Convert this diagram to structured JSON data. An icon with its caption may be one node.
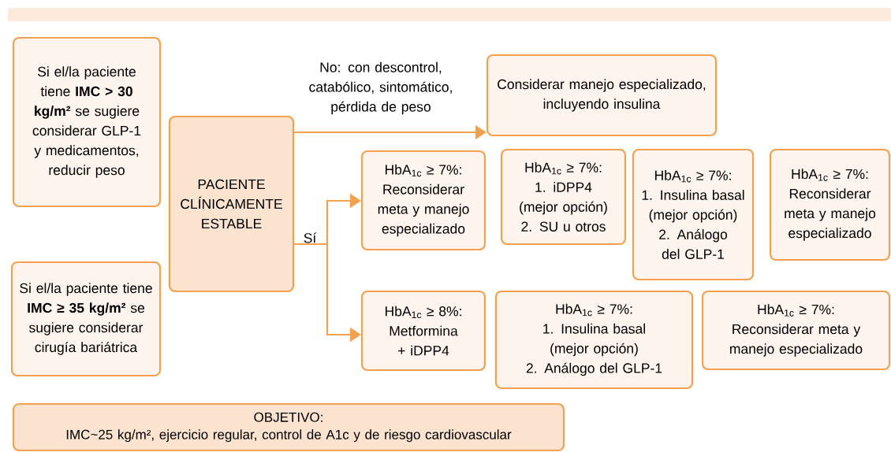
{
  "diagram": {
    "nodes": [
      {
        "text": [
          "Si el/la paciente tiene **IMC > 30 kg/m²** se sugiere considerar GLP-1 y medicamentos, reducir peso"
        ]
      },
      {
        "text": [
          "Si el/la paciente tiene **IMC ≥ 35 kg/m²** se sugiere considerar cirugía bariátrica"
        ]
      },
      {
        "text": [
          "PACIENTE CLÍNICAMENTE ESTABLE"
        ]
      },
      {
        "text": [
          "Considerar manejo especializado, incluyendo insulina"
        ]
      },
      {
        "text": [
          "HbA$_{1c}$ ≥ 7%:",
          "Reconsiderar meta y manejo especializado"
        ]
      },
      {
        "text": [
          "HbA$_{1c}$ ≥ 7%:",
          "1. iDPP4 (mejor opción)",
          "2. SU u otros"
        ]
      },
      {
        "text": [
          "HbA$_{1c}$ ≥ 7%:",
          "1. Insulina basal (mejor opción)",
          "2. Análogo del GLP-1"
        ]
      },
      {
        "text": [
          "HbA$_{1c}$ ≥ 7%:",
          "Reconsiderar meta y manejo especializado"
        ]
      },
      {
        "text": [
          "HbA$_{1c}$ ≥ 8%:",
          "Metformina + iDPP4"
        ]
      },
      {
        "text": [
          "HbA$_{1c}$ ≥ 7%:",
          "1. Insulina basal (mejor opción)",
          "2. Análogo del GLP-1"
        ]
      },
      {
        "text": [
          "HbA$_{1c}$ ≥ 7%:",
          "Reconsiderar meta y manejo especializado"
        ]
      },
      {
        "text": [
          "OBJETIVO:",
          "IMC~25 kg/m², ejercicio regular, control de A1c y de riesgo cardiovascular"
        ]
      }
    ],
    "edges": [
      {
        "from": 2,
        "to": 3,
        "arrow": "to",
        "label": "No: con descontrol, catabólico, sintomático, pérdida de peso"
      },
      {
        "from": 2,
        "to": 4,
        "arrow": "to",
        "label": "Sí"
      },
      {
        "from": 2,
        "to": 8,
        "arrow": "to"
      }
    ]
  }
}
